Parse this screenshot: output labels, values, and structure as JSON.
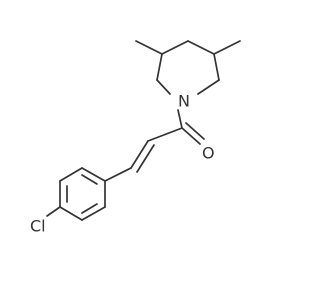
{
  "labels": {
    "nitrogen": "N",
    "oxygen": "O",
    "chlorine": "Cl"
  },
  "colors": {
    "bond": "#333333",
    "text": "#333333",
    "background": "#ffffff"
  }
}
